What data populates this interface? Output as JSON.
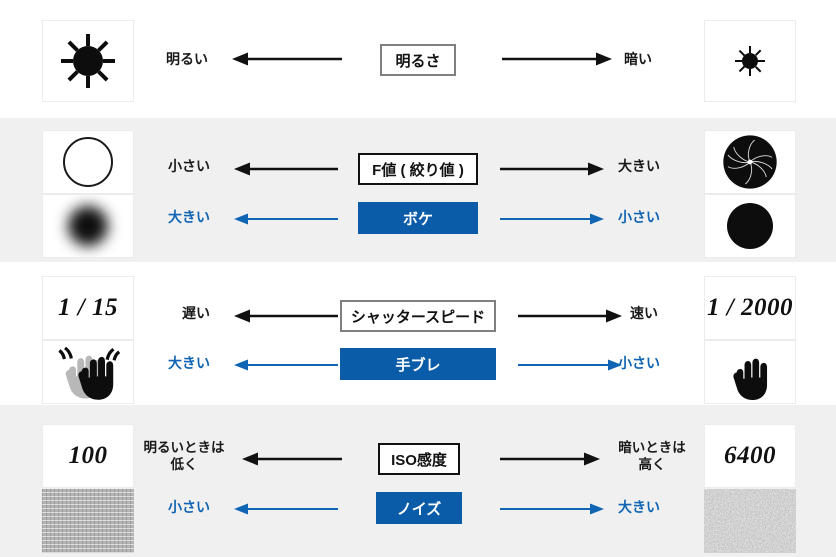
{
  "page": {
    "title": "camera-exposure-triangle-chart",
    "background": "#ffffff",
    "band_white": "#ffffff",
    "band_gray": "#f0f0f0",
    "accent_blue": "#0b5ca8",
    "text_blue": "#0f64b4",
    "text_black": "#1a1a1a"
  },
  "rows": [
    {
      "id": "brightness",
      "band": "white",
      "primary": {
        "center_label": "明るさ",
        "center_style": "outline-gray",
        "left_label": "明るい",
        "right_label": "暗い",
        "left_icon": "sun-large-icon",
        "right_icon": "sun-small-icon",
        "arrow_color": "#111111"
      }
    },
    {
      "id": "aperture",
      "band": "gray",
      "primary": {
        "center_label": "F値 ( 絞り値 )",
        "center_style": "outline-black",
        "left_label": "小さい",
        "right_label": "大きい",
        "left_icon": "aperture-open-icon",
        "right_icon": "aperture-closed-icon",
        "arrow_color": "#111111"
      },
      "secondary": {
        "center_label": "ボケ",
        "center_style": "solid-blue",
        "left_label": "大きい",
        "right_label": "小さい",
        "left_icon": "bokeh-blurred-circle-icon",
        "right_icon": "sharp-circle-icon",
        "arrow_color": "#0f64b4"
      }
    },
    {
      "id": "shutter-speed",
      "band": "white",
      "primary": {
        "center_label": "シャッタースピード",
        "center_style": "outline-gray",
        "left_label": "遅い",
        "right_label": "速い",
        "left_value": "1 / 15",
        "right_value": "1 / 2000",
        "arrow_color": "#111111"
      },
      "secondary": {
        "center_label": "手ブレ",
        "center_style": "solid-blue",
        "left_label": "大きい",
        "right_label": "小さい",
        "left_icon": "shaking-hand-icon",
        "right_icon": "steady-hand-icon",
        "arrow_color": "#0f64b4"
      }
    },
    {
      "id": "iso",
      "band": "gray",
      "primary": {
        "center_label": "ISO感度",
        "center_style": "outline-black",
        "left_label_line1": "明るいときは",
        "left_label_line2": "低く",
        "right_label_line1": "暗いときは",
        "right_label_line2": "高く",
        "left_value": "100",
        "right_value": "6400",
        "arrow_color": "#111111"
      },
      "secondary": {
        "center_label": "ノイズ",
        "center_style": "solid-blue",
        "left_label": "小さい",
        "right_label": "大きい",
        "left_icon": "low-noise-texture-icon",
        "right_icon": "high-noise-texture-icon",
        "arrow_color": "#0f64b4"
      }
    }
  ]
}
